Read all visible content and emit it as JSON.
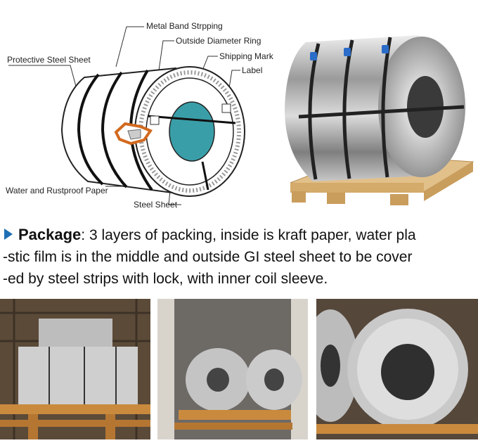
{
  "diagram": {
    "labels": {
      "metal_band": "Metal Band Strpping",
      "outside_ring": "Outside Diameter Ring",
      "shipping_mark": "Shipping Mark",
      "label": "Label",
      "protective_sheet": "Protective Steel Sheet",
      "water_paper": "Water and Rustproof Paper",
      "steel_sheet": "Steel Sheet"
    }
  },
  "package": {
    "title": "Package",
    "separator": ":",
    "line1": " 3 layers of packing, inside is kraft paper, water pla",
    "line2": "-stic film is in the middle and outside GI steel sheet to be cover",
    "line3": "-ed by steel strips with lock, with inner coil sleeve."
  },
  "colors": {
    "accent_arrow": "#1e6fb5",
    "core_teal": "#3a9ea8",
    "wood": "#e2c08a",
    "strap_blue": "#2a6cc8"
  }
}
